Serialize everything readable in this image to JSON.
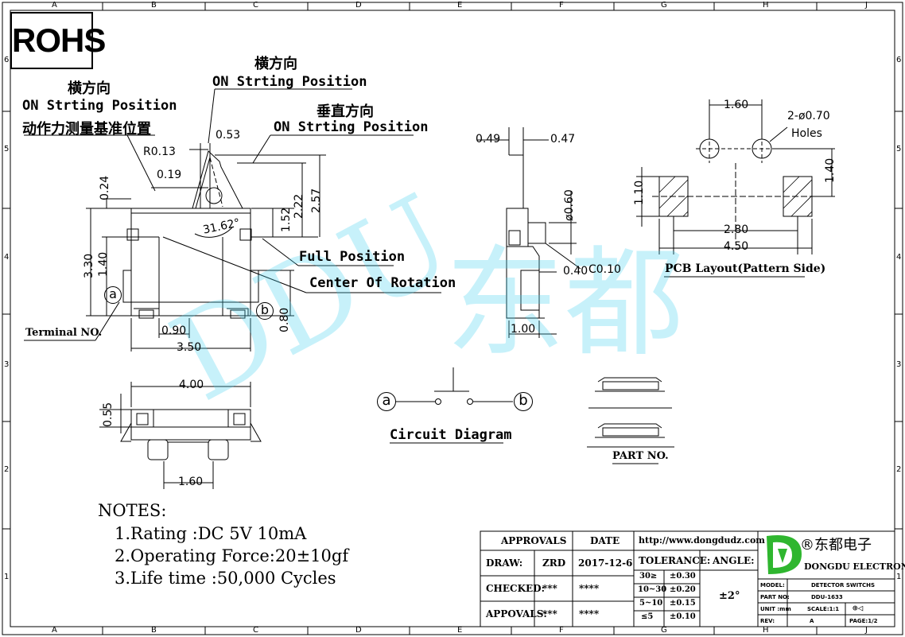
{
  "border": {
    "cols": [
      "A",
      "B",
      "C",
      "D",
      "E",
      "F",
      "G",
      "H",
      "J"
    ],
    "rows": [
      "6",
      "5",
      "4",
      "3",
      "2",
      "1"
    ]
  },
  "rohs": "ROHS",
  "watermark": {
    "latin": "DDU",
    "cjk": "东都"
  },
  "left_view": {
    "callout_cn": "横方向",
    "callout_en": "ON Strting Position",
    "callout_cn2": "动作力测量基准位置",
    "dims": {
      "r013": "R0.13",
      "d053": "0.53",
      "d019": "0.19",
      "d024": "0.24",
      "d152": "1.52",
      "d222": "2.22",
      "d257": "2.57",
      "d330": "3.30",
      "d140": "1.40",
      "d080": "0.80",
      "d090": "0.90",
      "d350": "3.50",
      "angle": "31.62°"
    },
    "terminal_a": "a",
    "terminal_b": "b",
    "terminal_no": "Terminal NO."
  },
  "top_callout": {
    "cn": "横方向",
    "en": "ON Strting Position"
  },
  "vertical_callout": {
    "cn": "垂直方向",
    "en": "ON Strting Position"
  },
  "labels": {
    "full_position": "Full Position",
    "center_rotation": "Center Of Rotation"
  },
  "side_view": {
    "d049": "0.49",
    "d047": "0.47",
    "d060": "ø0.60",
    "d040": "0.40",
    "c010": "C0.10",
    "d100": "1.00"
  },
  "pcb": {
    "d160": "1.60",
    "holes_1": "2-ø0.70",
    "holes_2": "Holes",
    "d110": "1.10",
    "d140": "1.40",
    "d280": "2.80",
    "d450": "4.50",
    "title": "PCB Layout(Pattern Side)"
  },
  "bottom_view": {
    "d400": "4.00",
    "d055": "0.55",
    "d160": "1.60"
  },
  "circuit": {
    "a": "a",
    "b": "b",
    "title": "Circuit Diagram"
  },
  "part_no": "PART NO.",
  "notes": {
    "title": "NOTES:",
    "items": [
      "1.Rating :DC 5V 10mA",
      "2.Operating Force:20±10gf",
      "3.Life time :50,000 Cycles"
    ]
  },
  "title_block": {
    "approvals": "APPROVALS",
    "date": "DATE",
    "url": "http://www.dongdudz.com",
    "draw": "DRAW:",
    "draw_by": "ZRD",
    "draw_date": "2017-12-6",
    "checked": "CHECKED:",
    "checked_by": "***",
    "checked_date": "****",
    "appovals": "APPOVALS:",
    "appovals_by": "***",
    "appovals_date": "****",
    "tolerance": "TOLERANCE:",
    "angle": "ANGLE:",
    "angle_val": "±2°",
    "tol_rows": [
      [
        "30≥",
        "±0.30"
      ],
      [
        "10~30",
        "±0.20"
      ],
      [
        "5~10",
        "±0.15"
      ],
      [
        "≤5",
        "±0.10"
      ]
    ],
    "company_cn": "®东都电子",
    "company_en": "DONGDU ELECTRONICS",
    "model_k": "MODEL:",
    "model_v": "DETECTOR SWITCHS",
    "partno_k": "PART NO:",
    "partno_v": "DDU-1633",
    "unit_k": "UNIT :mm",
    "scale_k": "SCALE:1:1",
    "rev_k": "REV:",
    "rev_v": "A",
    "page_k": "PAGE:1/2"
  }
}
